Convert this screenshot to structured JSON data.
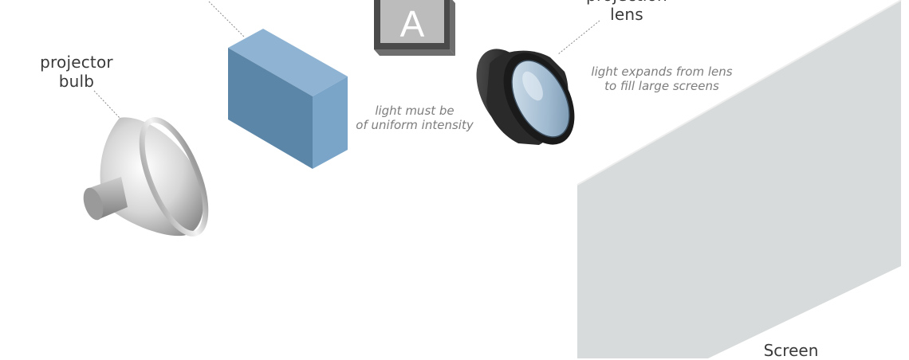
{
  "labels": {
    "projector_bulb": [
      "projector",
      "bulb"
    ],
    "lens": [
      "projection",
      "lens"
    ],
    "uniform_note": [
      "light must be",
      "of uniform intensity"
    ],
    "expand_note": [
      "light expands from lens",
      "to fill large screens"
    ],
    "slide_letter": "A",
    "screen": "Screen"
  },
  "colors": {
    "box_front": "#5c86a8",
    "box_side": "#7aa5c9",
    "box_top": "#8fb4d3",
    "screen_face": "#d8dbdb",
    "slide_frame": "#4a4a4a",
    "slide_face": "#bcbcbc",
    "leader": "#8a8a8a"
  }
}
